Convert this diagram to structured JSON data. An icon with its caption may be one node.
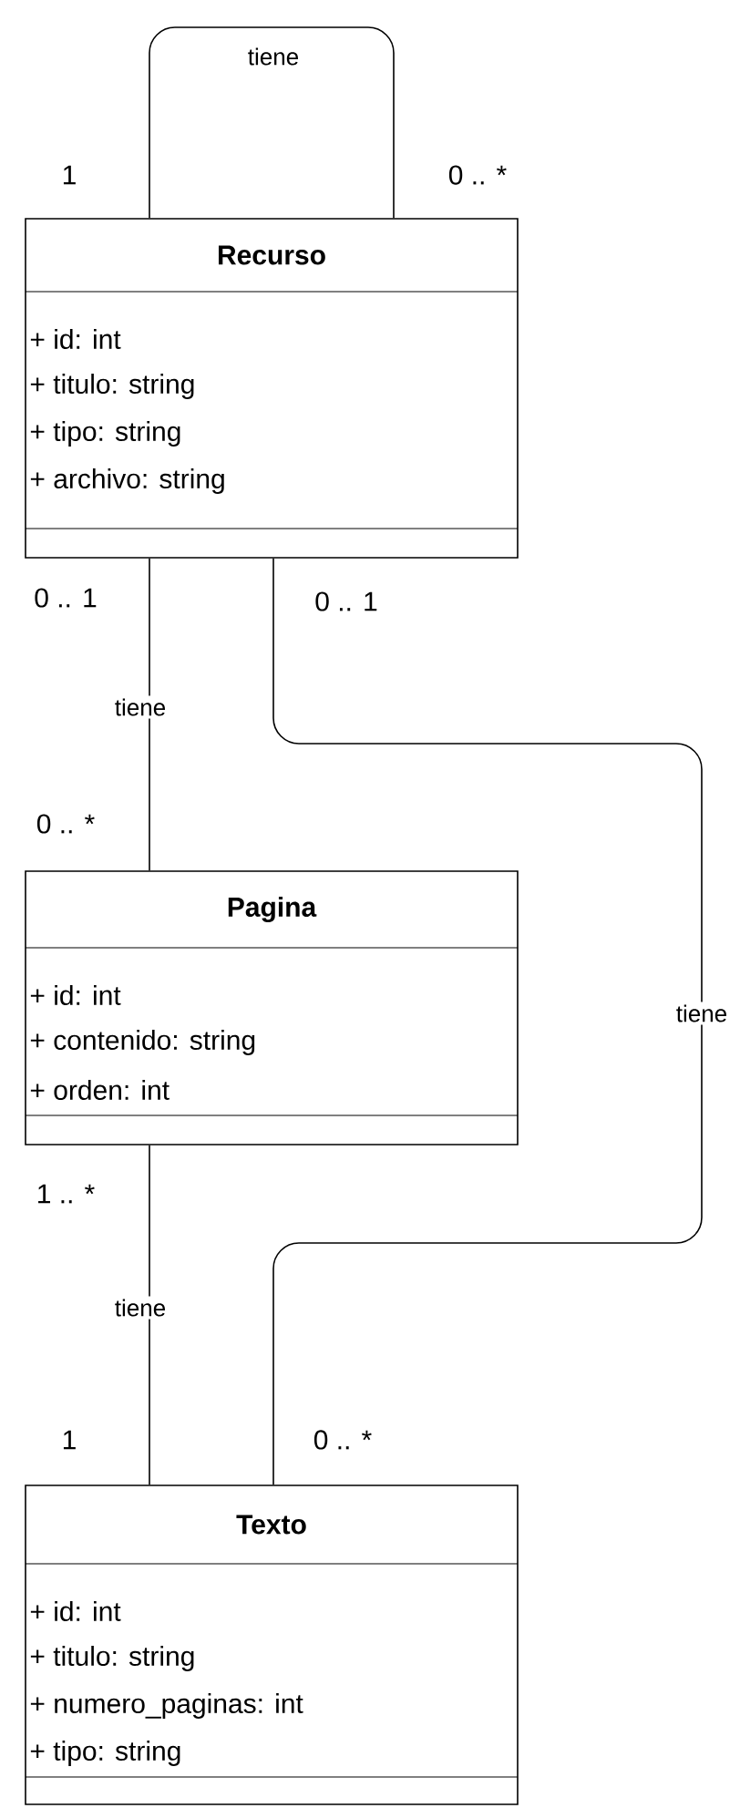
{
  "diagram": {
    "nodes": [
      {
        "text": [
          "Recurso",
          "+ id: int",
          "+ titulo: string",
          "+ tipo: string",
          "+ archivo: string"
        ]
      },
      {
        "text": [
          "Pagina",
          "+ id: int",
          "+ contenido: string",
          "+ orden: int"
        ]
      },
      {
        "text": [
          "Texto",
          "+ id: int",
          "+ titulo: string",
          "+ numero_paginas: int",
          "+ tipo: string"
        ]
      }
    ],
    "edges": [
      {
        "from": 0,
        "to": 0,
        "arrow": "none",
        "label": "tiene"
      },
      {
        "from": 0,
        "to": 1,
        "arrow": "none",
        "label": "tiene"
      },
      {
        "from": 0,
        "to": 2,
        "arrow": "none",
        "label": "tiene"
      },
      {
        "from": 1,
        "to": 2,
        "arrow": "none",
        "label": "tiene"
      }
    ],
    "labels": [
      "1",
      "0 .. *",
      "0 .. 1",
      "0 .. 1",
      "0 .. *",
      "1 .. *",
      "1",
      "0 .. *"
    ]
  }
}
